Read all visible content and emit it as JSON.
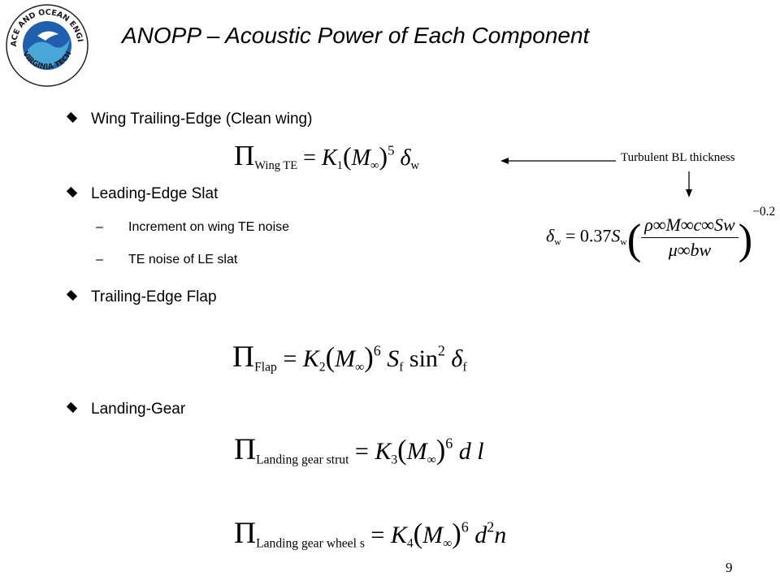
{
  "logo": {
    "text_top": "AEROSPACE AND OCEAN ENGINEERING",
    "text_bottom": "VIRGINIA TECH"
  },
  "title": "ANOPP – Acoustic Power of Each Component",
  "bullets": [
    {
      "text": "Wing Trailing-Edge (Clean wing)"
    },
    {
      "text": "Leading-Edge Slat"
    },
    {
      "text": "Trailing-Edge Flap"
    },
    {
      "text": "Landing-Gear"
    }
  ],
  "sub_bullets": [
    {
      "dash": "–",
      "text": "Increment on wing TE noise"
    },
    {
      "dash": "–",
      "text": "TE noise of LE slat"
    }
  ],
  "equations": {
    "wing_te": {
      "symbol": "Π",
      "subscript": "Wing TE",
      "equals": "=",
      "coef": "K",
      "coef_sub": "1",
      "mach": "M",
      "mach_sub": "∞",
      "exponent": "5",
      "tail": "δ",
      "tail_sub": "w"
    },
    "flap": {
      "symbol": "Π",
      "subscript": "Flap",
      "equals": "=",
      "coef": "K",
      "coef_sub": "2",
      "mach": "M",
      "mach_sub": "∞",
      "exponent": "6",
      "area": "S",
      "area_sub": "f",
      "trig": "sin",
      "trig_exp": "2",
      "tail": "δ",
      "tail_sub": "f"
    },
    "gear_strut": {
      "symbol": "Π",
      "subscript": "Landing gear strut",
      "equals": "=",
      "coef": "K",
      "coef_sub": "3",
      "mach": "M",
      "mach_sub": "∞",
      "exponent": "6",
      "tail": "d l"
    },
    "gear_wheels": {
      "symbol": "Π",
      "subscript": "Landing gear wheel s",
      "equals": "=",
      "coef": "K",
      "coef_sub": "4",
      "mach": "M",
      "mach_sub": "∞",
      "exponent": "6",
      "tail_d": "d",
      "tail_d_exp": "2",
      "tail_n": "n"
    },
    "bl_thickness": {
      "lhs": "δ",
      "lhs_sub": "w",
      "equals": "= 0.37",
      "s": "S",
      "s_sub": "w",
      "numerator": "ρ∞M∞c∞Sw",
      "denominator": "μ∞bw",
      "exponent": "−0.2"
    }
  },
  "annotation": "Turbulent BL thickness",
  "page_number": "9",
  "colors": {
    "logo_blue": "#1f5fae",
    "logo_cyan": "#4aa6d8",
    "text": "#000000",
    "background": "#ffffff"
  }
}
